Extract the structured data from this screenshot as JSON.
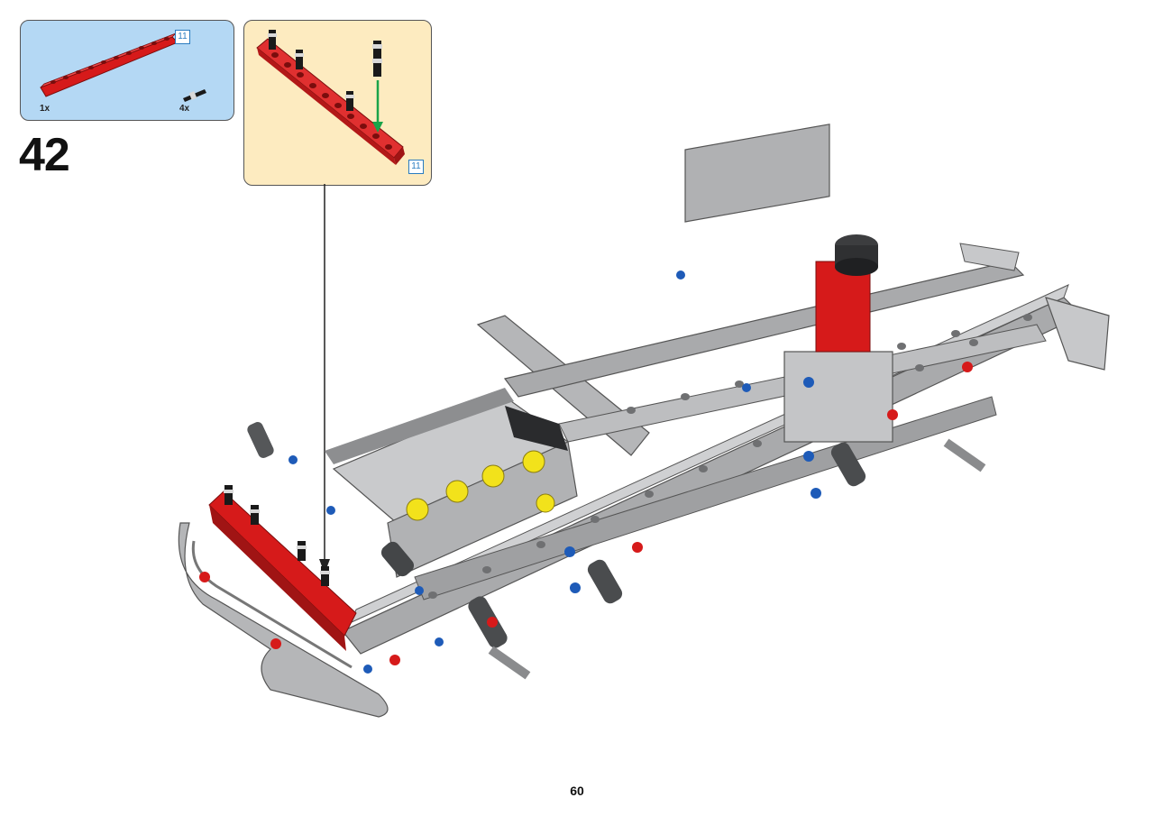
{
  "step": {
    "number": "42"
  },
  "parts_list": {
    "items": [
      {
        "name": "beam",
        "quantity": "1x",
        "length_label": "11",
        "color": "#d61a1a"
      },
      {
        "name": "pin",
        "quantity": "4x",
        "color": "#1a1a1a"
      }
    ]
  },
  "callout": {
    "length_label": "11",
    "arrow_color": "#1aa34a"
  },
  "page": {
    "number": "60"
  },
  "colors": {
    "parts_bg": "#b4d8f4",
    "callout_bg": "#fdebc0",
    "frame_gray": "#a9aaac",
    "frame_dark": "#5d5f61",
    "red": "#d61a1a",
    "yellow": "#f2e21b",
    "blue": "#1e5bb8"
  }
}
